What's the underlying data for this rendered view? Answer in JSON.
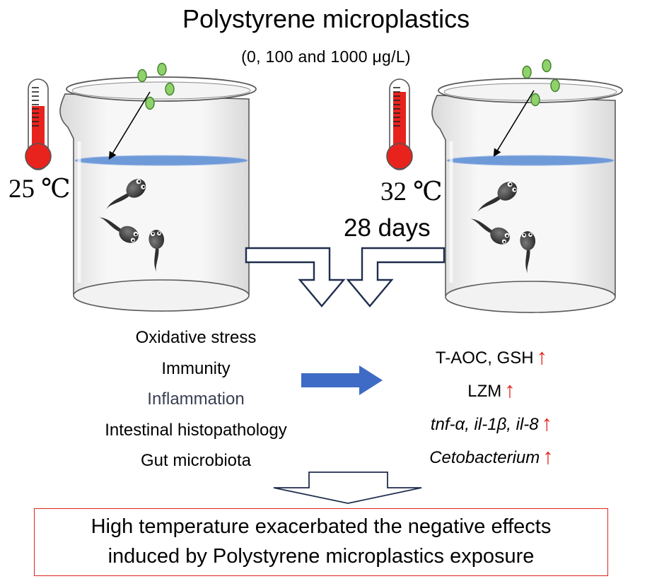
{
  "title": "Polystyrene microplastics",
  "concentrations": "(0, 100 and 1000 μg/L)",
  "left_temperature": "25 ℃",
  "right_temperature": "32 ℃",
  "duration": "28 days",
  "measured_effects": [
    "Oxidative stress",
    "Immunity",
    "Inflammation",
    "Intestinal histopathology",
    "Gut microbiota"
  ],
  "results": [
    "T-AOC, GSH",
    "LZM",
    "tnf-α, il-1β, il-8",
    "Cetobacterium"
  ],
  "increase_marker": "↑",
  "conclusion_line1": "High temperature exacerbated the negative effects",
  "conclusion_line2": "induced by Polystyrene microplastics exposure",
  "colors": {
    "thermometer_red": "#e8231d",
    "water": "#6f9ad8",
    "microplastic": "#8fd16a",
    "arrow_blue": "#3e6bc5",
    "hollow_arrow": "#1f2d4d",
    "tadpole": "#3a3a3a",
    "box_border": "#d9261f"
  }
}
